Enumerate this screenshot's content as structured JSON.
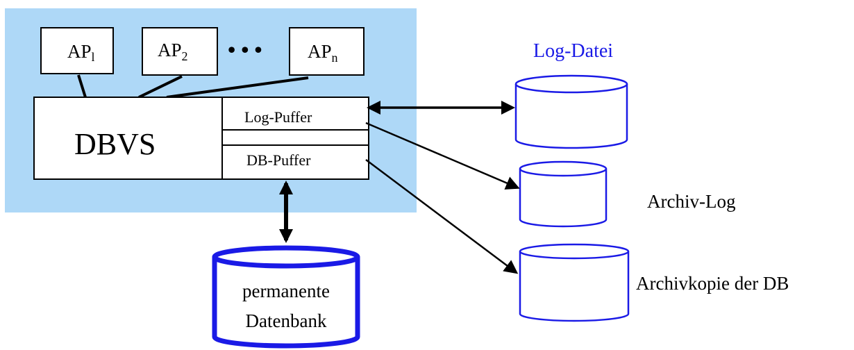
{
  "colors": {
    "system_background": "#aed8f7",
    "box_fill": "#ffffff",
    "box_stroke": "#000000",
    "arrow": "#000000",
    "cylinder_stroke": "#1a1ae6",
    "blue_text": "#1a1ae6",
    "black_text": "#000000"
  },
  "applications": [
    {
      "base": "AP",
      "sub": "l"
    },
    {
      "base": "AP",
      "sub": "2"
    },
    {
      "base": "AP",
      "sub": "n"
    }
  ],
  "ellipsis": "• • •",
  "dbvs_label": "DBVS",
  "buffers": {
    "log": "Log-Puffer",
    "db": "DB-Puffer"
  },
  "storage": {
    "log_file": "Log-Datei",
    "archive_log": "Archiv-Log",
    "archive_copy": "Archivkopie der DB",
    "permanent_db_line1": "permanente",
    "permanent_db_line2": "Datenbank"
  }
}
